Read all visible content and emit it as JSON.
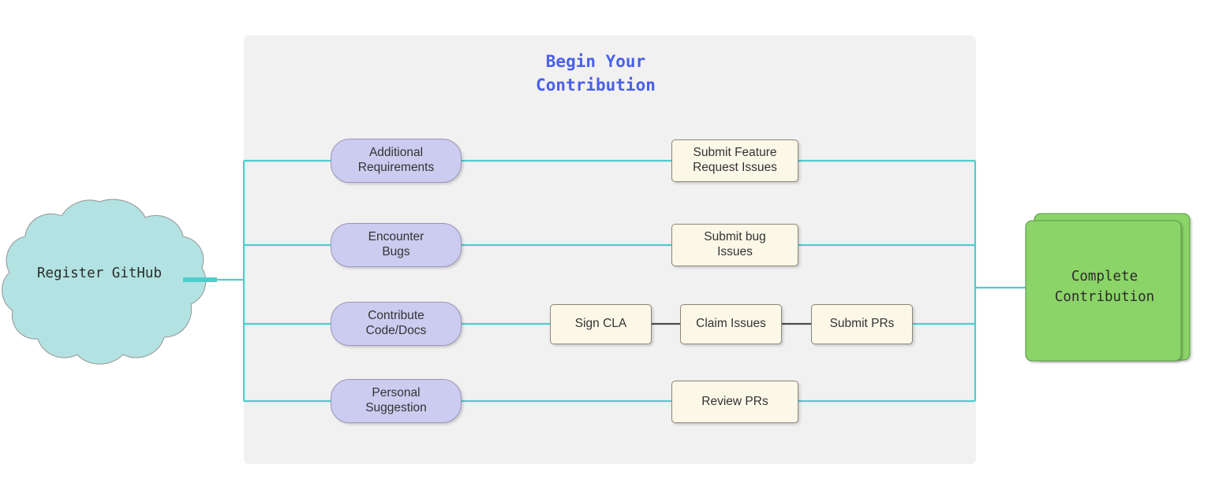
{
  "diagram": {
    "title": "Begin Your\nContribution",
    "title_color": "#4a60e8",
    "panel_color": "#f1f1f1",
    "connector_color": "#4ecdcd",
    "connector_dark_color": "#4d4a4a",
    "start": {
      "label": "Register GitHub",
      "shape": "cloud",
      "fill": "#b2e3e2",
      "stroke": "#9a9a9a"
    },
    "end": {
      "label": "Complete\nContribution",
      "shape": "stacked-rect",
      "fill": "#8bd468",
      "stroke": "#5a9a48"
    },
    "branches": [
      {
        "name": "additional-requirements",
        "trigger": "Additional\nRequirements",
        "steps": [
          "Submit Feature\nRequest Issues"
        ]
      },
      {
        "name": "encounter-bugs",
        "trigger": "Encounter\nBugs",
        "steps": [
          "Submit bug\nIssues"
        ]
      },
      {
        "name": "contribute-code-docs",
        "trigger": "Contribute\nCode/Docs",
        "steps": [
          "Sign CLA",
          "Claim Issues",
          "Submit PRs"
        ]
      },
      {
        "name": "personal-suggestion",
        "trigger": "Personal\nSuggestion",
        "steps": [
          "Review PRs"
        ]
      }
    ],
    "node_colors": {
      "trigger_fill": "#ccccf0",
      "trigger_stroke": "#9a94b8",
      "step_fill": "#fbf8e8",
      "step_stroke": "#8c8578"
    }
  }
}
